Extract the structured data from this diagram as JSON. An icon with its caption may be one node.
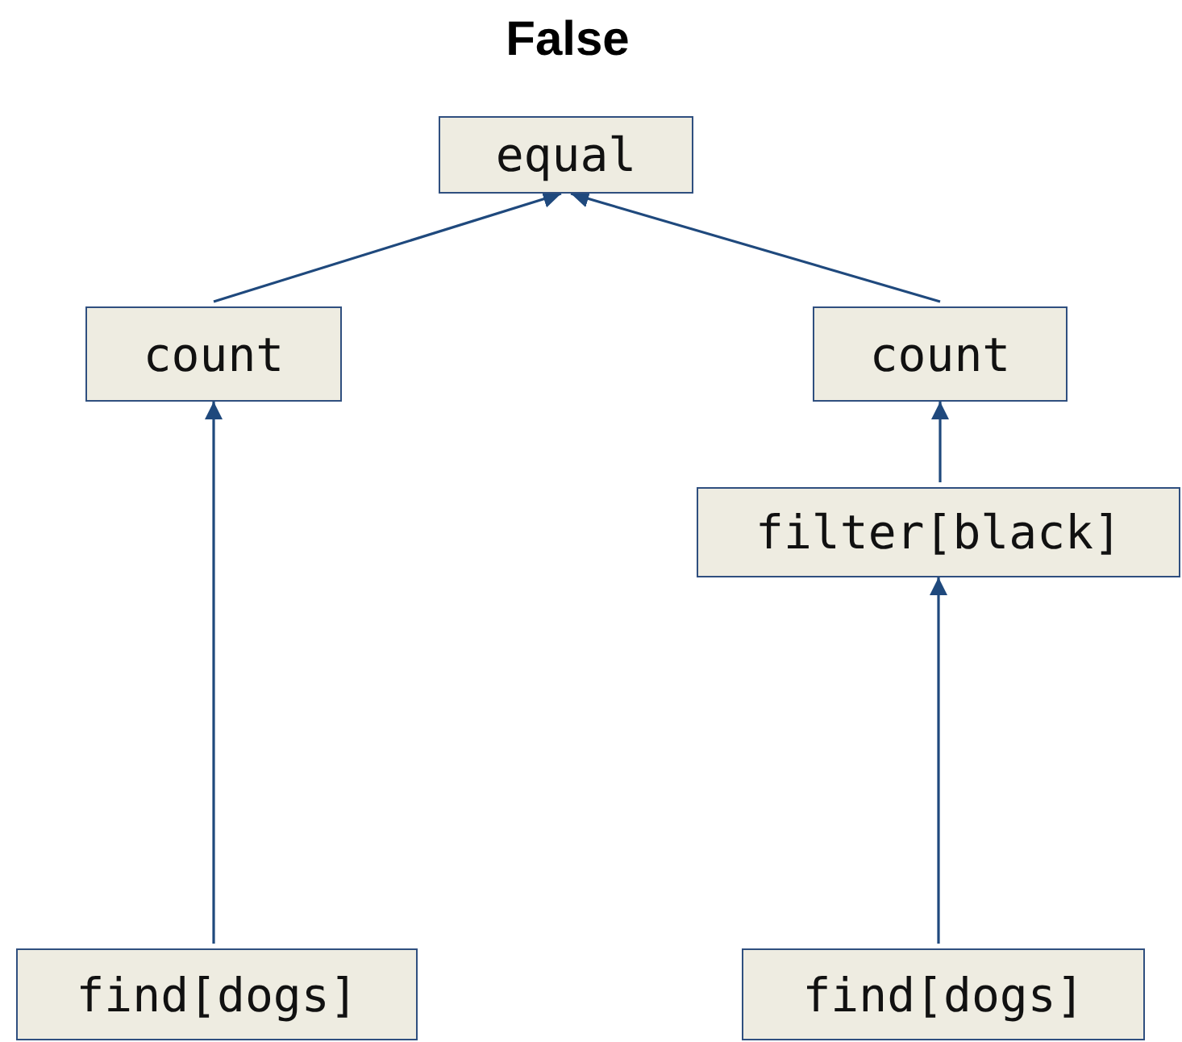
{
  "diagram": {
    "title": "False",
    "nodes": [
      {
        "text": [
          "equal"
        ]
      },
      {
        "text": [
          "count"
        ]
      },
      {
        "text": [
          "count"
        ]
      },
      {
        "text": [
          "filter[black]"
        ]
      },
      {
        "text": [
          "find[dogs]"
        ]
      },
      {
        "text": [
          "find[dogs]"
        ]
      }
    ],
    "edges": [
      {
        "from": 1,
        "to": 0,
        "arrow": "to"
      },
      {
        "from": 2,
        "to": 0,
        "arrow": "to"
      },
      {
        "from": 4,
        "to": 1,
        "arrow": "to"
      },
      {
        "from": 3,
        "to": 2,
        "arrow": "to"
      },
      {
        "from": 5,
        "to": 3,
        "arrow": "to"
      }
    ]
  }
}
